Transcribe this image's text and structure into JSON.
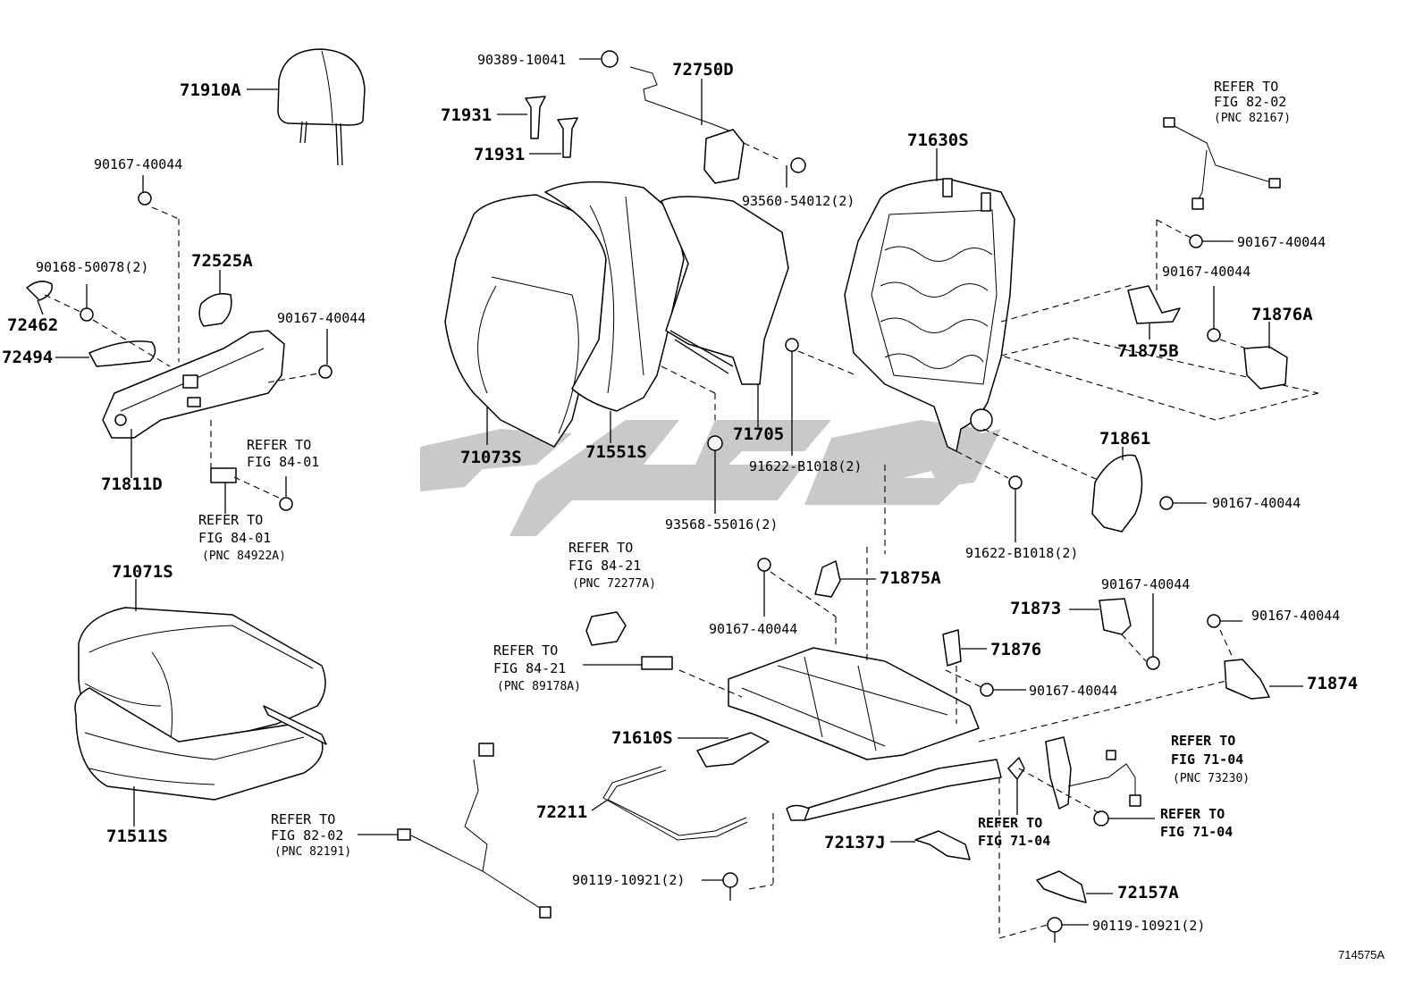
{
  "labels": {
    "hr_71910A": "71910A",
    "hr_90167_a": "90167-40044",
    "hr_90168": "90168-50078(2)",
    "hr_72525A": "72525A",
    "hr_72462": "72462",
    "hr_72494": "72494",
    "hr_90167_b": "90167-40044",
    "hr_71811D": "71811D",
    "ref_84_01_a_1": "REFER TO",
    "ref_84_01_a_2": "FIG  84-01",
    "ref_84_01_b_1": "REFER TO",
    "ref_84_01_b_2": "FIG  84-01",
    "ref_84_01_b_3": "(PNC 84922A)",
    "p_71071S": "71071S",
    "p_71511S": "71511S",
    "p_90389": "90389-10041",
    "p_72750D": "72750D",
    "p_71931_a": "71931",
    "p_71931_b": "71931",
    "p_93560": "93560-54012(2)",
    "p_71073S": "71073S",
    "p_71551S": "71551S",
    "p_71705": "71705",
    "p_93568": "93568-55016(2)",
    "p_91622_a": "91622-B1018(2)",
    "p_71630S": "71630S",
    "ref_82_02_a_1": "REFER TO",
    "ref_82_02_a_2": "FIG 82-02",
    "ref_82_02_a_3": "(PNC 82167)",
    "p_90167_c": "90167-40044",
    "p_90167_d": "90167-40044",
    "p_71875B": "71875B",
    "p_71876A": "71876A",
    "p_71861": "71861",
    "p_90167_e": "90167-40044",
    "p_91622_b": "91622-B1018(2)",
    "ref_84_21_a_1": "REFER TO",
    "ref_84_21_a_2": "FIG 84-21",
    "ref_84_21_a_3": "(PNC 72277A)",
    "p_71875A": "71875A",
    "p_90167_f": "90167-40044",
    "p_71873": "71873",
    "p_90167_g": "90167-40044",
    "p_90167_h": "90167-40044",
    "p_71876": "71876",
    "ref_84_21_b_1": "REFER TO",
    "ref_84_21_b_2": "FIG 84-21",
    "ref_84_21_b_3": "(PNC 89178A)",
    "p_90167_i": "90167-40044",
    "p_71874": "71874",
    "p_71610S": "71610S",
    "ref_71_04_a_1": "REFER TO",
    "ref_71_04_a_2": "FIG 71-04",
    "ref_71_04_a_3": "(PNC 73230)",
    "ref_71_04_b_1": "REFER TO",
    "ref_71_04_b_2": "FIG 71-04",
    "ref_71_04_c_1": "REFER TO",
    "ref_71_04_c_2": "FIG 71-04",
    "p_72211": "72211",
    "ref_82_02_b_1": "REFER TO",
    "ref_82_02_b_2": "FIG 82-02",
    "ref_82_02_b_3": "(PNC 82191)",
    "p_72137J": "72137J",
    "p_90119_a": "90119-10921(2)",
    "p_72157A": "72157A",
    "p_90119_b": "90119-10921(2)",
    "diagram_code": "714575A"
  },
  "colors": {
    "line": "#000000",
    "watermark": "#c9c9c9",
    "background": "#ffffff"
  }
}
